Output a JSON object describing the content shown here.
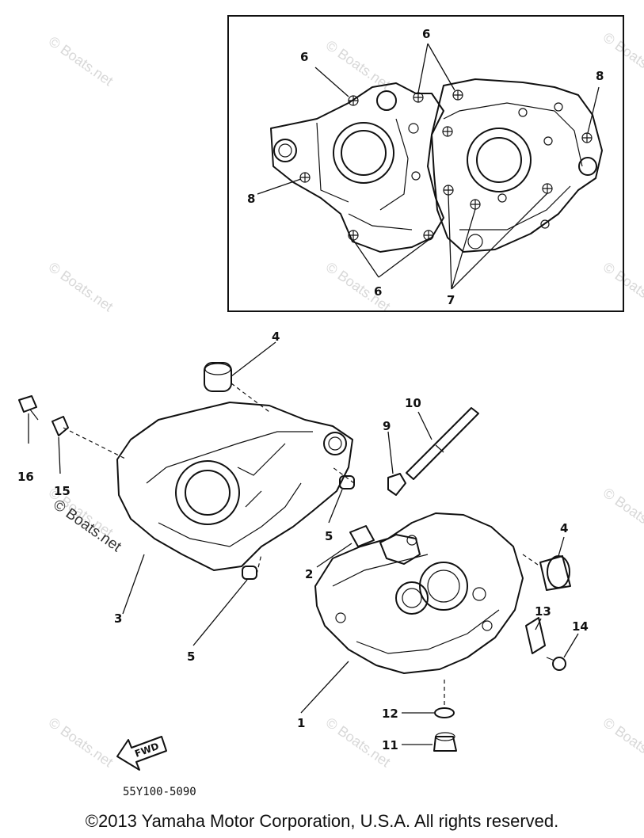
{
  "watermark": "© Boats.net",
  "fwd_label": "FWD",
  "part_code": "55Y100-5090",
  "copyright": "©2013 Yamaha Motor Corporation, U.S.A. All rights reserved.",
  "callouts": {
    "c6a": "6",
    "c6b": "6",
    "c6c": "6",
    "c8a": "8",
    "c8b": "8",
    "c7": "7",
    "c4a": "4",
    "c4b": "4",
    "c16": "16",
    "c15": "15",
    "c10": "10",
    "c9": "9",
    "c5a": "5",
    "c5b": "5",
    "c2": "2",
    "c3": "3",
    "c13": "13",
    "c14": "14",
    "c1": "1",
    "c12": "12",
    "c11": "11"
  }
}
